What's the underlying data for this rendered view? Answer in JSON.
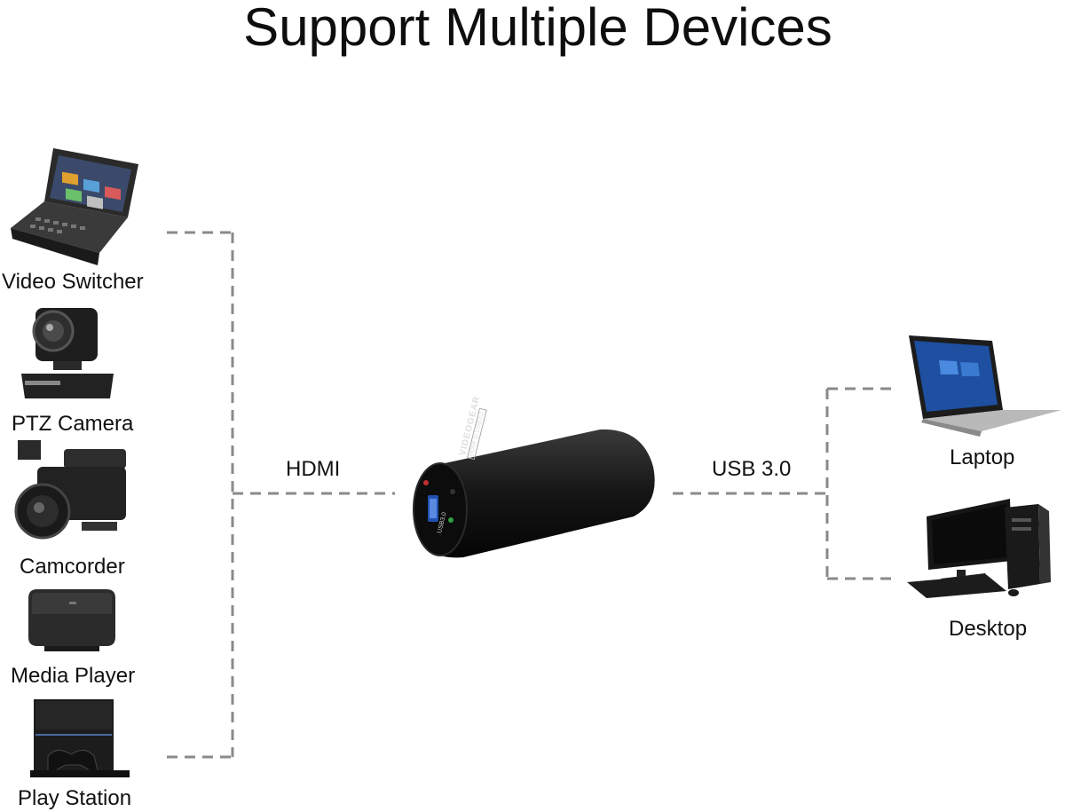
{
  "title": "Support Multiple Devices",
  "connections": {
    "input_label": "HDMI",
    "output_label": "USB 3.0"
  },
  "center_device": {
    "brand": "VIDEOGEAR",
    "badge": "HDMI to USB3.0",
    "port_label": "USB3.0"
  },
  "sources": [
    {
      "label": "Video Switcher",
      "icon": "video-switcher-icon"
    },
    {
      "label": "PTZ Camera",
      "icon": "ptz-camera-icon"
    },
    {
      "label": "Camcorder",
      "icon": "camcorder-icon"
    },
    {
      "label": "Media Player",
      "icon": "media-player-icon"
    },
    {
      "label": "Play Station",
      "icon": "play-station-icon"
    }
  ],
  "targets": [
    {
      "label": "Laptop",
      "icon": "laptop-icon"
    },
    {
      "label": "Desktop",
      "icon": "desktop-icon"
    }
  ]
}
